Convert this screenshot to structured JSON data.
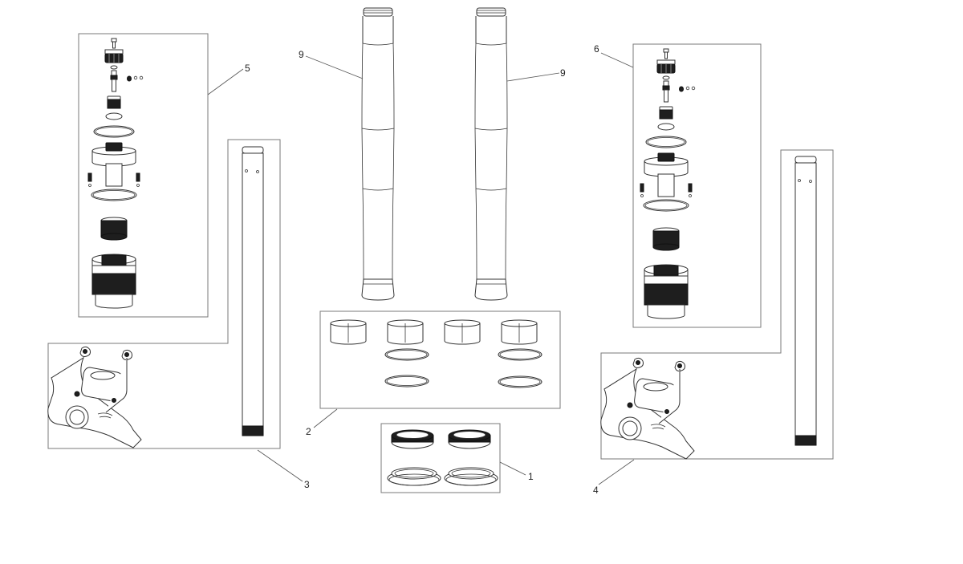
{
  "diagram": {
    "callouts": {
      "left_cartridge": "5",
      "right_cartridge": "6",
      "left_stanchion": "9",
      "right_stanchion": "9",
      "bushing_kit": "2",
      "seal_kit": "1",
      "left_leg": "3",
      "right_leg": "4"
    }
  }
}
